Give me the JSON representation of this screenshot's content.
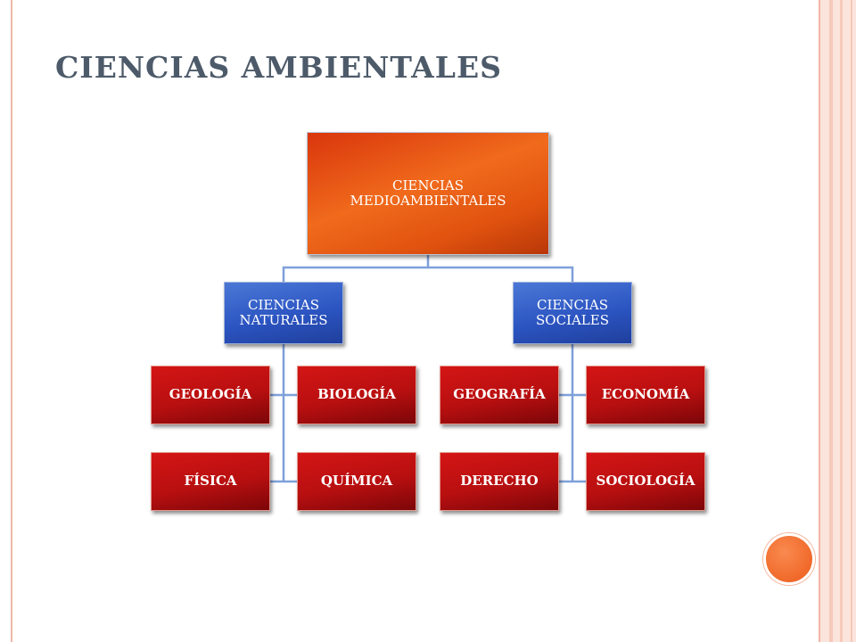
{
  "slide": {
    "title": "CIENCIAS AMBIENTALES"
  },
  "diagram": {
    "root": "CIENCIAS MEDIOAMBIENTALES",
    "branches": [
      {
        "label": "CIENCIAS NATURALES",
        "children": [
          "GEOLOGÍA",
          "BIOLOGÍA",
          "FÍSICA",
          "QUÍMICA"
        ]
      },
      {
        "label": "CIENCIAS SOCIALES",
        "children": [
          "GEOGRAFÍA",
          "ECONOMÍA",
          "DERECHO",
          "SOCIOLOGÍA"
        ]
      }
    ]
  },
  "colors": {
    "root": "#f06a1c",
    "branch": "#2c55c2",
    "leaf": "#b80f10",
    "connector": "#7fa0da",
    "accent_circle": "#f0692a"
  }
}
